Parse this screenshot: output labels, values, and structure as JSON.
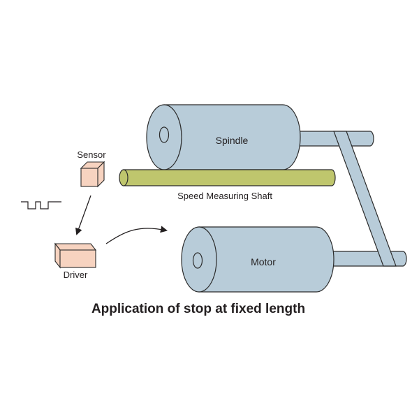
{
  "title": "Application of stop at fixed length",
  "components": {
    "spindle": {
      "label": "Spindle"
    },
    "motor": {
      "label": "Motor"
    },
    "shaft": {
      "label": "Speed Measuring Shaft"
    },
    "sensor": {
      "label": "Sensor"
    },
    "driver": {
      "label": "Driver"
    }
  },
  "signal": {
    "icon": "square-wave-pulse-icon"
  },
  "colors": {
    "cylinder": "#b8ccd9",
    "shaft": "#bfc66d",
    "box": "#f7d3c0",
    "stroke": "#2b2b2b",
    "text": "#231f20"
  }
}
